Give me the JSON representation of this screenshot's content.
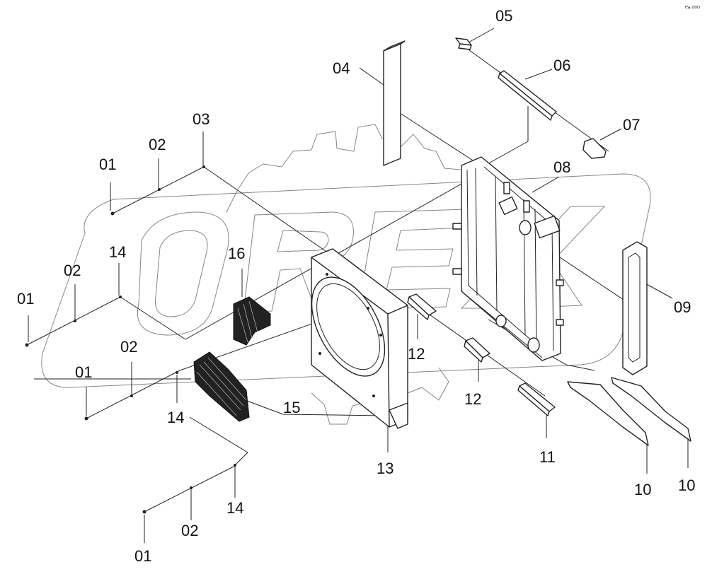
{
  "corner_mark": "e▴ ooo",
  "watermark": "OREX",
  "labels": {
    "p01a": "01",
    "p01b": "01",
    "p01c": "01",
    "p01d": "01",
    "p02a": "02",
    "p02b": "02",
    "p02c": "02",
    "p02d": "02",
    "p03": "03",
    "p04": "04",
    "p05": "05",
    "p06": "06",
    "p07": "07",
    "p08": "08",
    "p09": "09",
    "p10a": "10",
    "p10b": "10",
    "p11": "11",
    "p12a": "12",
    "p12b": "12",
    "p13": "13",
    "p14a": "14",
    "p14b": "14",
    "p14c": "14",
    "p15": "15",
    "p16": "16"
  }
}
